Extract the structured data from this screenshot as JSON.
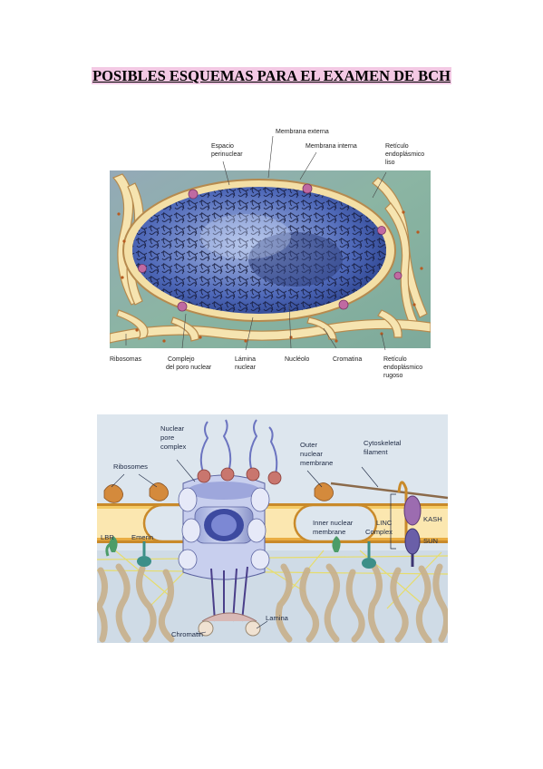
{
  "page": {
    "title": "POSIBLES ESQUEMAS PARA EL EXAMEN DE BCH"
  },
  "figure1": {
    "labels": {
      "espacio": [
        "Espacio",
        "perinuclear"
      ],
      "membrana_externa": "Membrana externa",
      "membrana_interna": "Membrana interna",
      "reticulo_liso": [
        "Retículo",
        "endoplásmico",
        "liso"
      ],
      "ribosomas": "Ribosomas",
      "complejo": [
        "Complejo",
        "del poro nuclear"
      ],
      "lamina": [
        "Lámina",
        "nuclear"
      ],
      "nucleolo": "Nucléolo",
      "cromatina": "Cromatina",
      "reticulo_rugoso": [
        "Retículo",
        "endoplásmico",
        "rugoso"
      ]
    }
  },
  "figure2": {
    "labels": {
      "npc": [
        "Nuclear",
        "pore",
        "complex"
      ],
      "ribosomes": "Ribosomes",
      "outer": [
        "Outer",
        "nuclear",
        "membrane"
      ],
      "cytoskeletal": [
        "Cytoskeletal",
        "filament"
      ],
      "inner": [
        "Inner nuclear",
        "membrane"
      ],
      "linc": [
        "LINC",
        "Complex"
      ],
      "kash": "KASH",
      "sun": "SUN",
      "lbr": "LBR",
      "emerin": "Emerin",
      "chromatin": "Chromatin",
      "lamina": "Lamina"
    }
  }
}
